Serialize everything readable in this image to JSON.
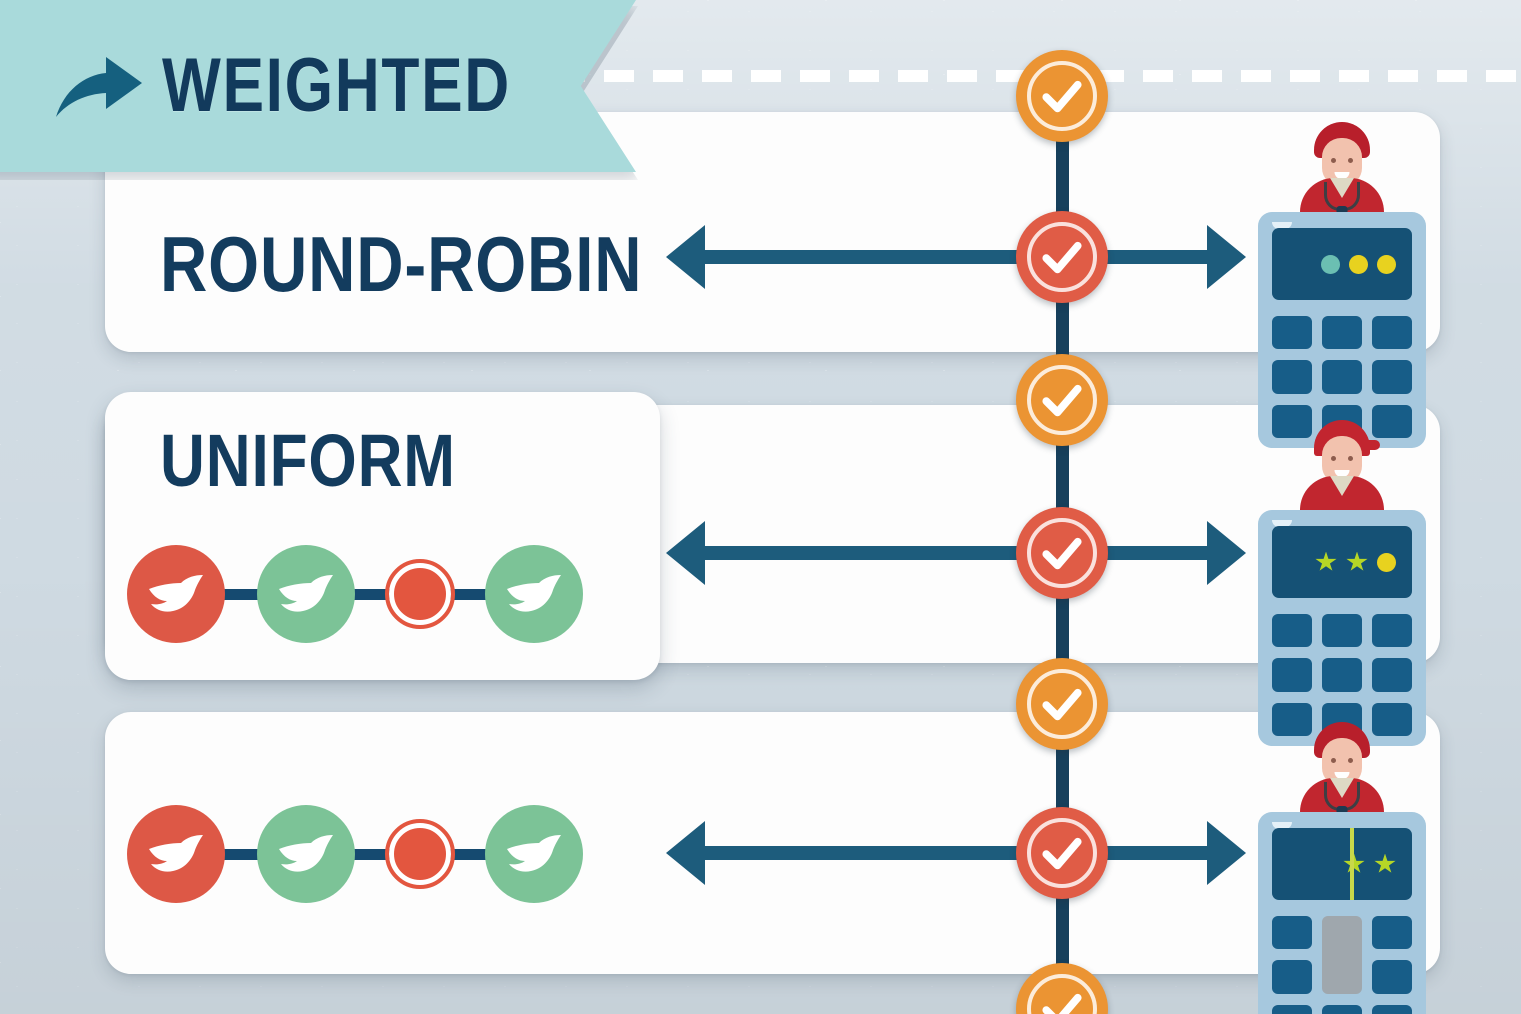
{
  "banner": {
    "title": "WEIGHTED",
    "arrow_icon": "curved-arrow-icon",
    "background_color": "#a9dadb",
    "text_color": "#123a5c"
  },
  "colors": {
    "backdrop": "#cfdae2",
    "card": "#fdfdfd",
    "navy": "#133c5e",
    "arrow_teal": "#1d5c7c",
    "badge_orange": "#eb9433",
    "badge_red": "#e05c46",
    "node_red": "#dd5846",
    "node_green": "#7cc397",
    "terminal_body": "#a6c8de",
    "terminal_screen": "#155175",
    "uniform_accent": "#b6d626"
  },
  "timeline": {
    "dashed_line_icon": "dashed-connector-line",
    "spine_icon": "vertical-spine-line",
    "badges": [
      {
        "id": "orange-check-1",
        "type": "check-circle",
        "color": "orange",
        "icon": "check-icon"
      },
      {
        "id": "red-check-1",
        "type": "check-circle",
        "color": "red",
        "icon": "check-icon"
      },
      {
        "id": "orange-check-2",
        "type": "check-circle",
        "color": "orange",
        "icon": "check-icon"
      },
      {
        "id": "red-check-2",
        "type": "check-circle",
        "color": "red",
        "icon": "check-icon"
      },
      {
        "id": "orange-check-3",
        "type": "check-circle",
        "color": "orange",
        "icon": "check-icon"
      },
      {
        "id": "red-check-3",
        "type": "check-circle",
        "color": "red",
        "icon": "check-icon"
      },
      {
        "id": "orange-check-4",
        "type": "check-circle",
        "color": "orange",
        "icon": "check-icon"
      }
    ]
  },
  "rows": [
    {
      "label": "ROUND-ROBIN",
      "has_label": true,
      "has_bird_chain": false,
      "arrow_left_icon": "arrow-left-icon",
      "arrow_right_icon": "arrow-right-icon",
      "agent": {
        "headwear": "hair",
        "terminal_indicators": [
          {
            "shape": "dot",
            "color": "teal"
          },
          {
            "shape": "dot",
            "color": "yellow"
          },
          {
            "shape": "dot",
            "color": "yellow"
          }
        ],
        "screen_split": false,
        "has_grey_key": false
      }
    },
    {
      "label": "UNIFORM",
      "has_label": true,
      "has_bird_chain": true,
      "arrow_left_icon": "arrow-left-icon",
      "arrow_right_icon": "arrow-right-icon",
      "agent": {
        "headwear": "cap",
        "terminal_indicators": [
          {
            "shape": "star",
            "color": "green"
          },
          {
            "shape": "star",
            "color": "green"
          },
          {
            "shape": "dot",
            "color": "yellow"
          }
        ],
        "screen_split": false,
        "has_grey_key": false
      }
    },
    {
      "label": "",
      "has_label": false,
      "has_bird_chain": true,
      "arrow_left_icon": "arrow-left-icon",
      "arrow_right_icon": "arrow-right-icon",
      "agent": {
        "headwear": "hair",
        "terminal_indicators": [
          {
            "shape": "star",
            "color": "green"
          },
          {
            "shape": "star",
            "color": "green"
          }
        ],
        "screen_split": true,
        "has_grey_key": true
      }
    }
  ],
  "bird_chain": {
    "nodes": [
      {
        "kind": "large",
        "color": "red",
        "icon": "bird-icon"
      },
      {
        "kind": "large",
        "color": "green",
        "icon": "bird-icon"
      },
      {
        "kind": "small",
        "color": "red",
        "icon": "ring-dot-icon"
      },
      {
        "kind": "large",
        "color": "green",
        "icon": "bird-icon"
      }
    ]
  }
}
